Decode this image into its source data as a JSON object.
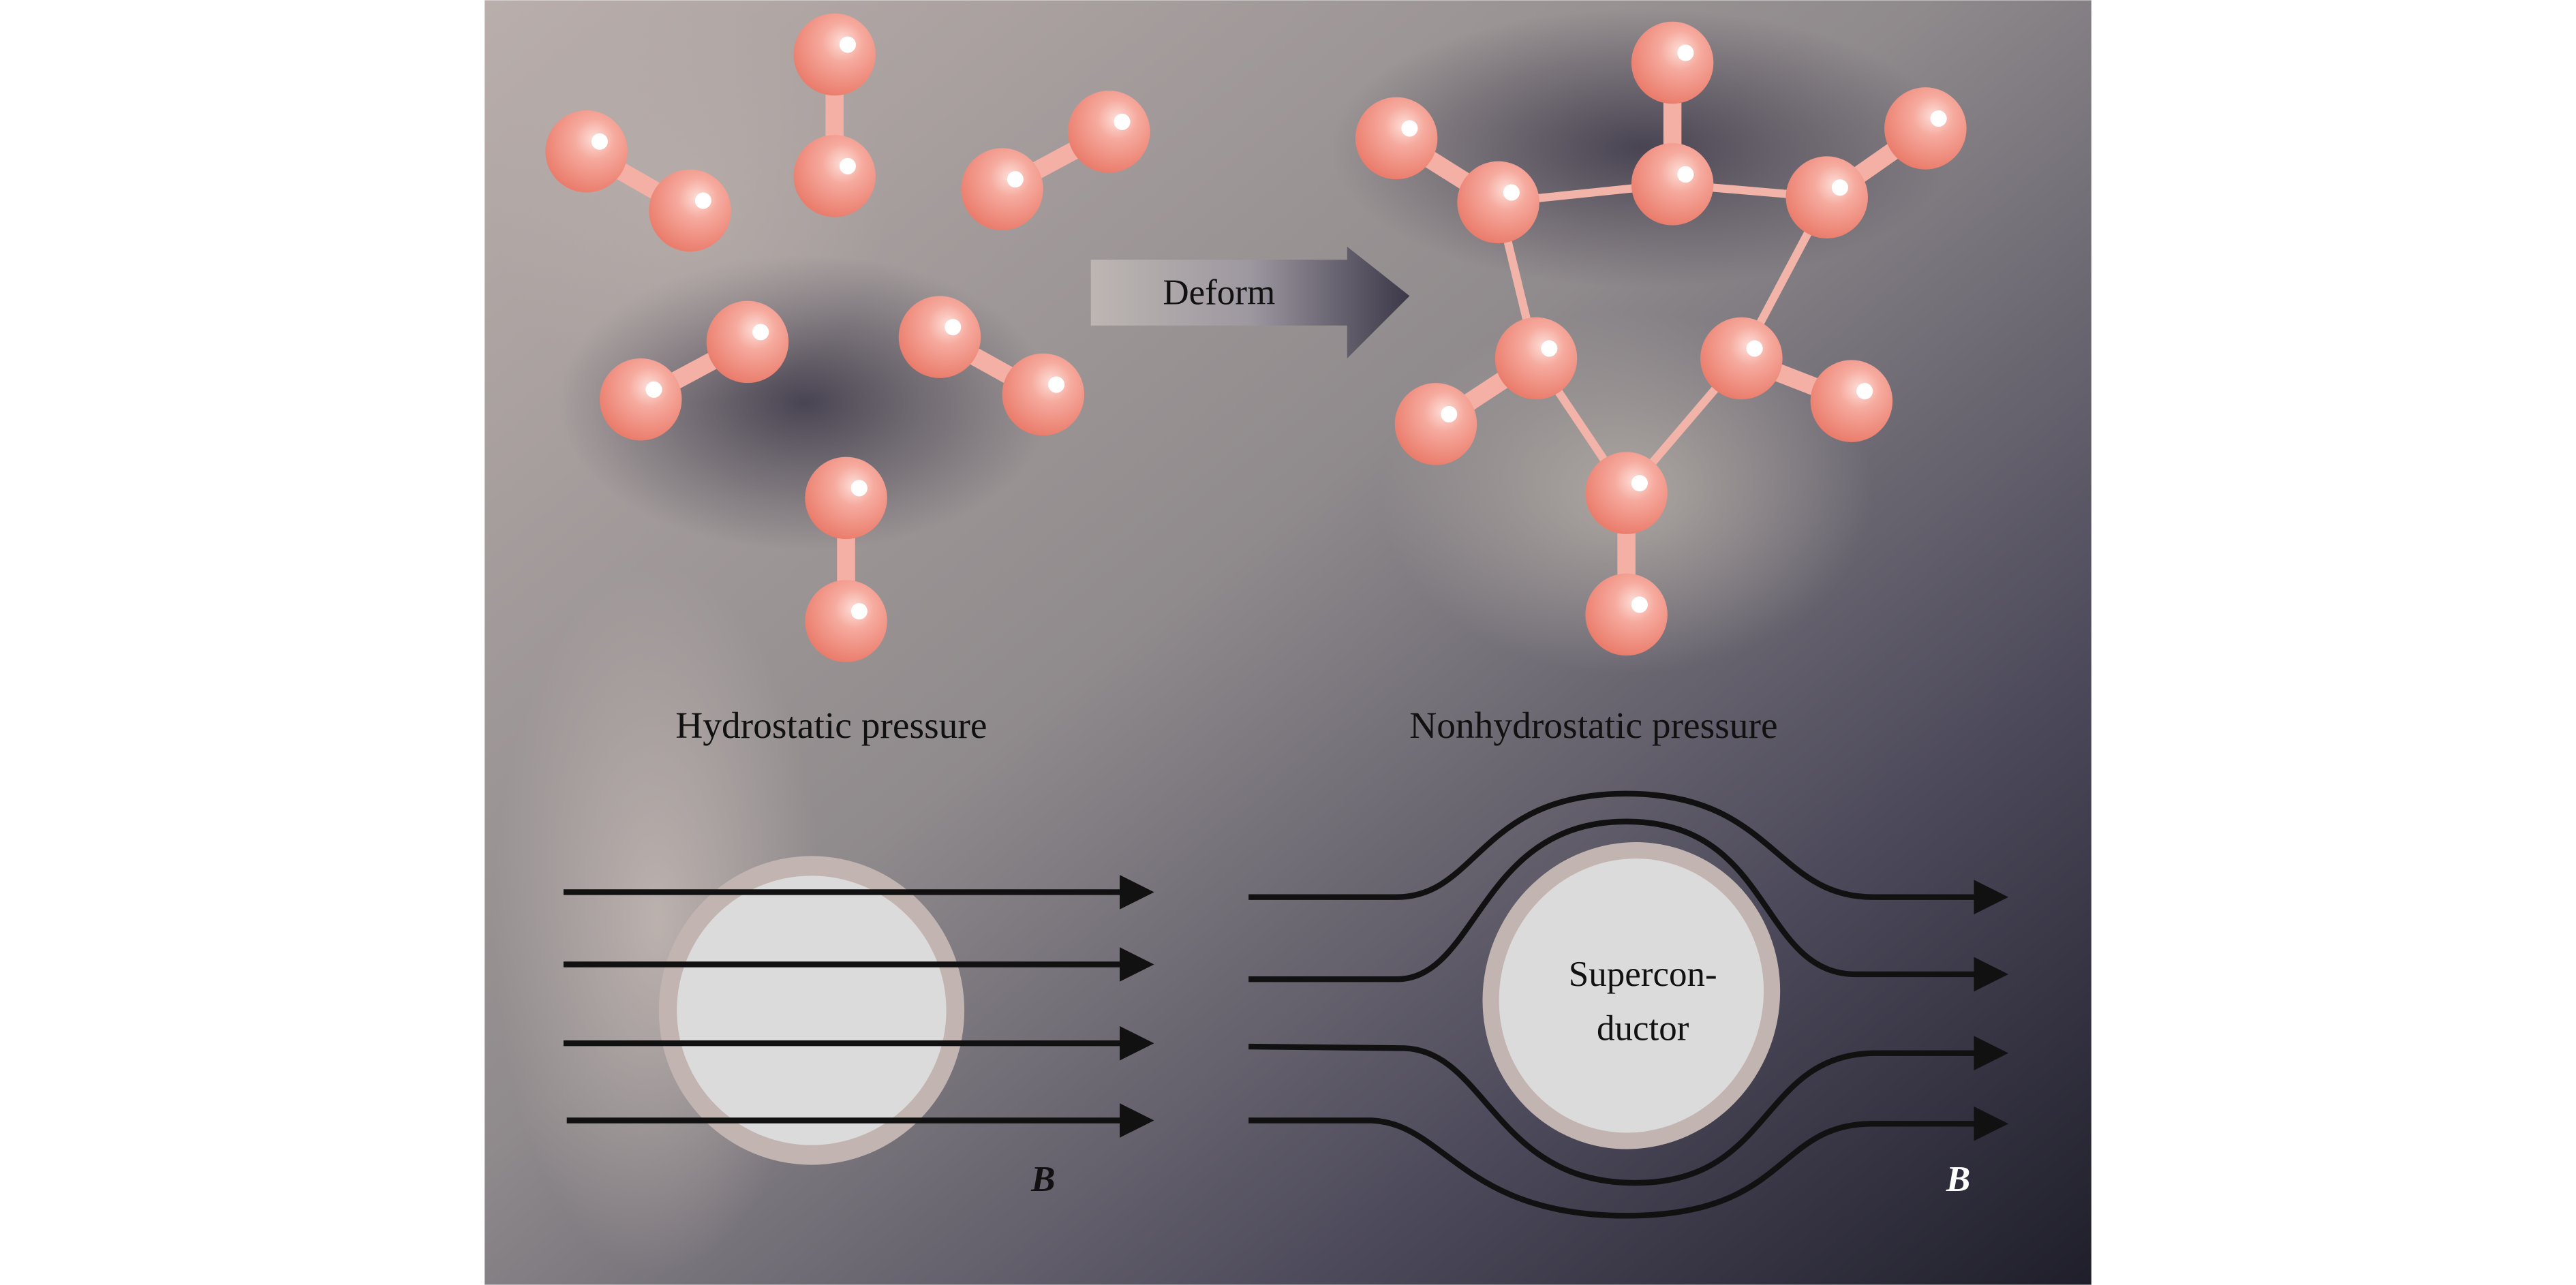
{
  "arrow": {
    "label": "Deform"
  },
  "labels": {
    "left": "Hydrostatic pressure",
    "right": "Nonhydrostatic pressure"
  },
  "superconductor": {
    "line1": "Supercon-",
    "line2": "ductor"
  },
  "field": {
    "left_symbol": "B",
    "right_symbol": "B"
  },
  "colors": {
    "atom": "#f08a7c",
    "background_light": "#b8aeab",
    "background_dark": "#2a2838",
    "sample_fill": "#dcdbdc",
    "sample_ring": "#c2b4b0"
  }
}
